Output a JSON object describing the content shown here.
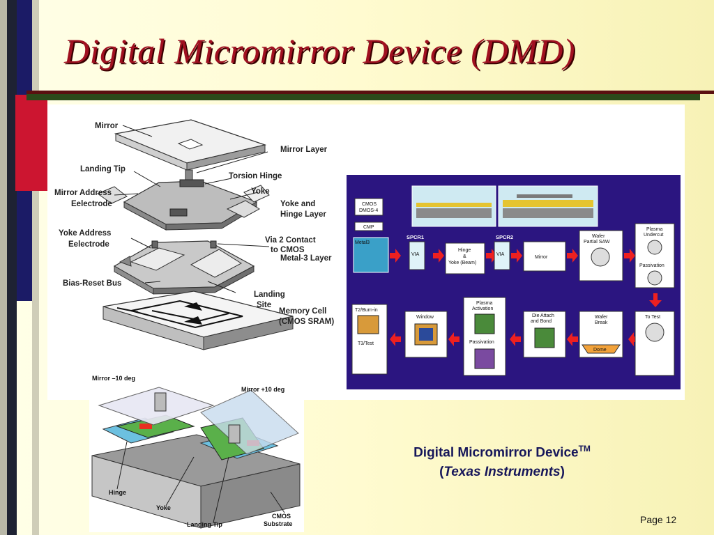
{
  "slide": {
    "title": "Digital Micromirror Device (DMD)",
    "page_label": "Page 12",
    "caption": {
      "line1": "Digital Micromirror Device",
      "trademark": "TM",
      "line2_open": "(",
      "line2_italic": "Texas Instruments",
      "line2_close": ")"
    }
  },
  "exploded_diagram": {
    "labels": {
      "mirror": "Mirror",
      "landing_tip": "Landing Tip",
      "mirror_address_1": "Mirror Address",
      "mirror_address_2": "Eelectrode",
      "yoke_address_1": "Yoke Address",
      "yoke_address_2": "Eelectrode",
      "bias_reset_bus": "Bias-Reset Bus",
      "mirror_layer": "Mirror Layer",
      "torsion_hinge": "Torsion Hinge",
      "yoke": "Yoke",
      "yoke_hinge_layer_1": "Yoke and",
      "yoke_hinge_layer_2": "Hinge Layer",
      "via_contact_1": "Via 2 Contact",
      "via_contact_2": "to CMOS",
      "metal3_layer": "Metal-3 Layer",
      "landing_site_1": "Landing",
      "landing_site_2": "Site",
      "memory_cell_1": "Memory Cell",
      "memory_cell_2": "(CMOS SRAM)"
    }
  },
  "process_flow": {
    "steps": {
      "cmos_1": "CMOS",
      "cmos_2": "DMOS-4",
      "cmp": "CMP",
      "metal3": "Metal3",
      "spcr1": "SPCR1",
      "via1": "VIA",
      "hinge_1": "Hinge",
      "hinge_2": "&",
      "hinge_3": "Yoke (Beam)",
      "spcr2": "SPCR2",
      "via2": "VIA",
      "mirror": "Mirror",
      "saw_1": "Wafer",
      "saw_2": "Partial SAW",
      "undercut_1": "Plasma",
      "undercut_2": "Undercut",
      "passivation_right": "Passivation",
      "to_test": "To Test",
      "burn_in": "T2/Burn-in",
      "t3_test": "T3/Test",
      "window": "Window",
      "activation_1": "Plasma",
      "activation_2": "Activation",
      "passivation_mid": "Passivation",
      "die_attach_1": "Die Attach",
      "die_attach_2": "and Bond",
      "wafer_break_1": "Wafer",
      "wafer_break_2": "Break",
      "dome": "Dome"
    }
  },
  "pixel_diagram": {
    "labels": {
      "mirror_minus": "Mirror –10 deg",
      "mirror_plus": "Mirror +10 deg",
      "hinge": "Hinge",
      "yoke": "Yoke",
      "landing_tip": "Landing Tip",
      "cmos_1": "CMOS",
      "cmos_2": "Substrate"
    }
  },
  "colors": {
    "title_red": "#a01020",
    "navy_bar": "#1b1b66",
    "red_block": "#cc1530",
    "dark_green_line": "#2c4a1a",
    "flow_background": "#2b1580",
    "caption_blue": "#16165a"
  }
}
